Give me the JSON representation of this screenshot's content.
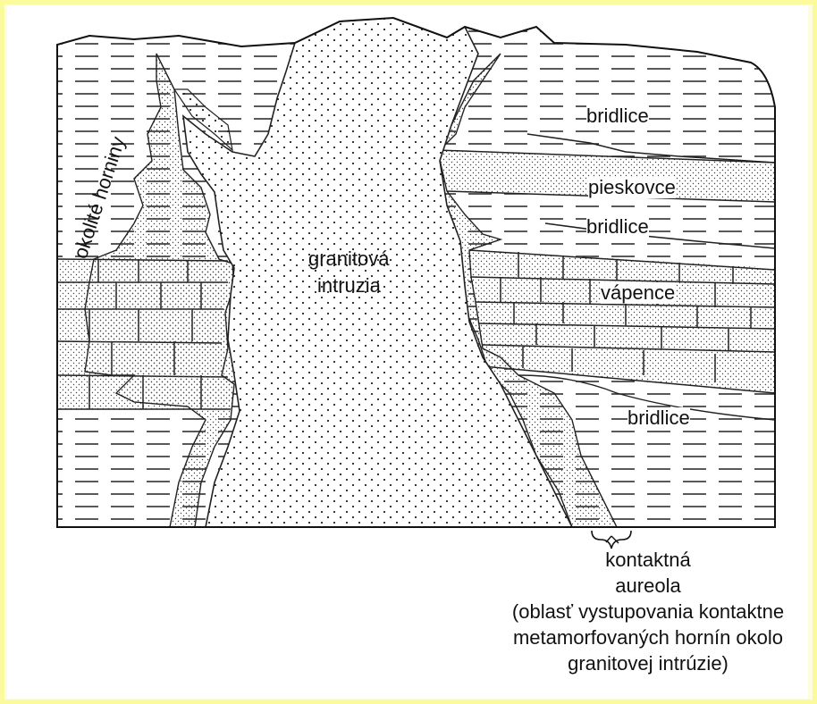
{
  "labels": {
    "surrounding_rocks": "okolité horniny",
    "intrusion_line1": "granitová",
    "intrusion_line2": "intruzia",
    "shale_top": "bridlice",
    "sandstone": "pieskovce",
    "shale_mid": "bridlice",
    "limestone": "vápence",
    "shale_bottom": "bridlice"
  },
  "caption": {
    "line1": "kontaktná",
    "line2": "aureola",
    "line3": "(oblasť vystupovania kontaktne",
    "line4": "metamorfovaných hornín okolo",
    "line5": "granitovej intrúzie)"
  },
  "colors": {
    "outer_border": "#fbfb9e",
    "background": "#ffffff",
    "ink": "#111111"
  }
}
